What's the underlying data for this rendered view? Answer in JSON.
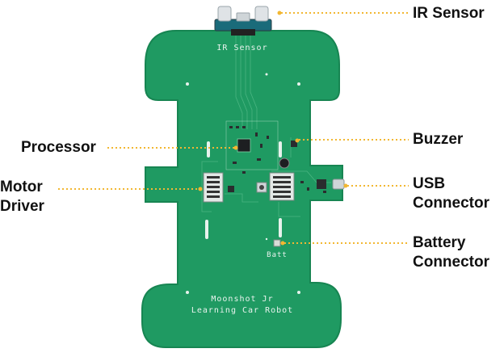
{
  "labels": {
    "ir_sensor": "IR Sensor",
    "processor": "Processor",
    "buzzer": "Buzzer",
    "motor_driver_line1": "Motor",
    "motor_driver_line2": "Driver",
    "usb_connector_line1": "USB",
    "usb_connector_line2": "Connector",
    "battery_connector_line1": "Battery",
    "battery_connector_line2": "Connector"
  },
  "board_text": {
    "ir_sensor": "IR Sensor",
    "batt": "Batt",
    "title_line1": "Moonshot Jr",
    "title_line2": "Learning Car Robot"
  },
  "colors": {
    "board": "#1f9a62",
    "board_edge": "#178552",
    "leader_line": "#f2b732",
    "label_text": "#111111"
  }
}
